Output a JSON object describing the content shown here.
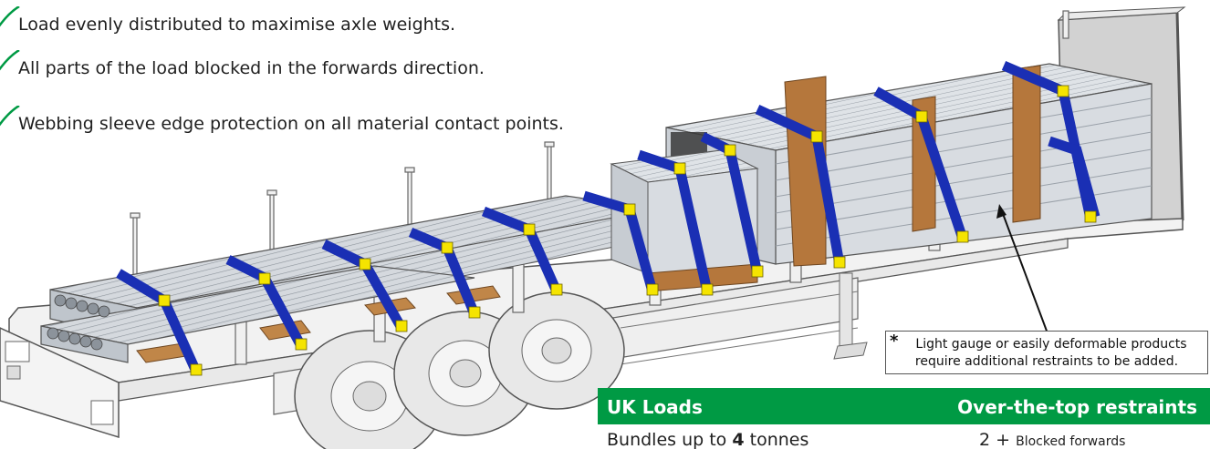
{
  "checklist": [
    "Load evenly distributed to maximise axle weights.",
    "All parts of the load blocked in the forwards direction.",
    "Webbing sleeve edge protection on all material contact points."
  ],
  "note": {
    "star": "*",
    "line1": "Light gauge or easily deformable products",
    "line2": "require additional restraints to be added."
  },
  "table": {
    "header_left": "UK Loads",
    "header_right": "Over-the-top restraints",
    "row": {
      "left_pre": "Bundles up to ",
      "left_bold": "4",
      "left_post": " tonnes",
      "right_main": "2 + ",
      "right_small": "Blocked forwards"
    }
  },
  "colors": {
    "accent_green": "#009a44",
    "strap_blue": "#1a2fb4",
    "protector_yellow": "#f5e400",
    "timber": "#b5773c"
  }
}
